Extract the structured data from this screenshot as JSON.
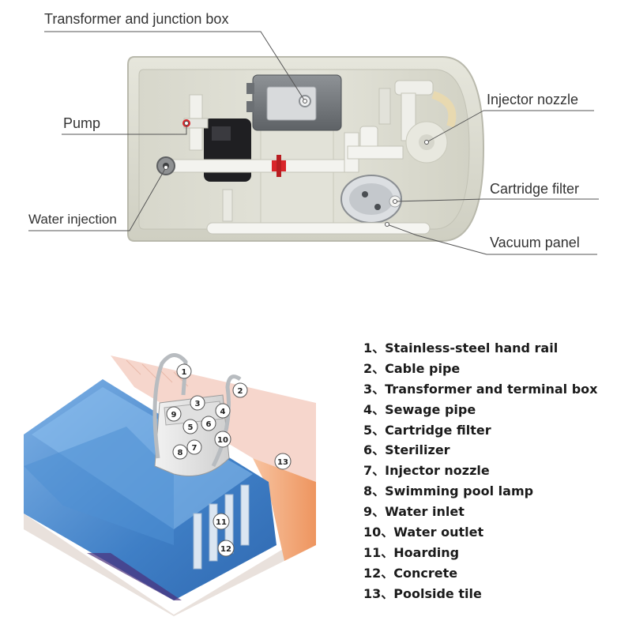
{
  "top_callouts": {
    "transformer": "Transformer and junction box",
    "pump": "Pump",
    "injector": "Injector nozzle",
    "cartridge": "Cartridge filter",
    "water_injection": "Water injection",
    "vacuum": "Vacuum panel"
  },
  "legend": [
    {
      "num": "1",
      "label": "Stainless-steel hand rail"
    },
    {
      "num": "2",
      "label": "Cable  pipe"
    },
    {
      "num": "3",
      "label": "Transformer and terminal box"
    },
    {
      "num": "4",
      "label": "Sewage pipe"
    },
    {
      "num": "5",
      "label": "Cartridge filter"
    },
    {
      "num": "6",
      "label": "Sterilizer"
    },
    {
      "num": "7",
      "label": "Injector nozzle"
    },
    {
      "num": "8",
      "label": "Swimming pool lamp"
    },
    {
      "num": "9",
      "label": "Water inlet"
    },
    {
      "num": "10",
      "label": "Water outlet"
    },
    {
      "num": "11",
      "label": "Hoarding"
    },
    {
      "num": "12",
      "label": "Concrete"
    },
    {
      "num": "13",
      "label": "Poolside tile"
    }
  ],
  "legend_separator": "、",
  "markers": [
    "1",
    "2",
    "3",
    "4",
    "5",
    "6",
    "7",
    "8",
    "9",
    "10",
    "11",
    "12",
    "13"
  ],
  "colors": {
    "tank": "#deded2",
    "tank_shadow": "#c8c8bb",
    "pipe": "#f2f2ee",
    "valve": "#d9252a",
    "water": "#3f7fc6",
    "water_light": "#7fb2e6",
    "wall_orange": "#f0a070",
    "tile_pink": "#f6d6cc"
  }
}
